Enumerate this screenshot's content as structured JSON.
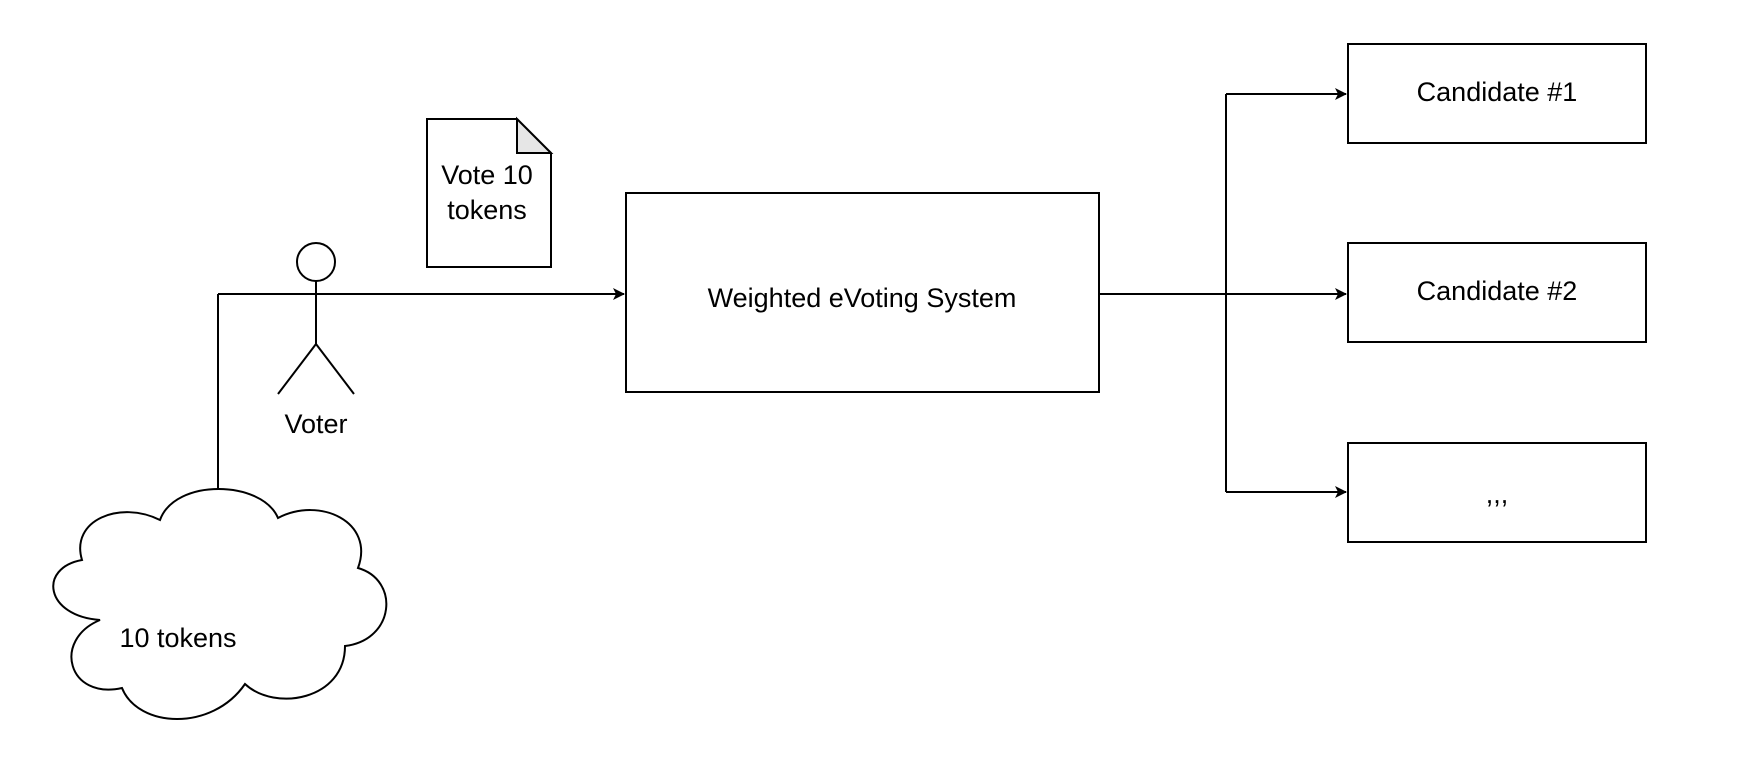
{
  "diagram": {
    "actor": {
      "label": "Voter"
    },
    "document": {
      "line1": "Vote 10",
      "line2": "tokens"
    },
    "system": {
      "label": "Weighted eVoting System"
    },
    "cloud": {
      "label": "10 tokens"
    },
    "candidates": [
      {
        "label": "Candidate #1"
      },
      {
        "label": "Candidate #2"
      },
      {
        "label": ",,,"
      }
    ]
  },
  "colors": {
    "stroke": "#000000",
    "fill": "#ffffff",
    "note_fold": "#e6e6e6"
  }
}
